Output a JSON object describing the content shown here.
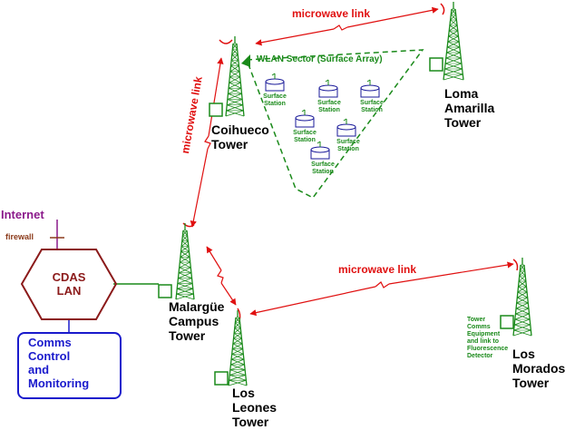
{
  "towers": {
    "coihueco": "Coihueco\nTower",
    "loma": "Loma\nAmarilla\nTower",
    "malargue": "Malargüe\nCampus\nTower",
    "leones": "Los\nLeones\nTower",
    "morados": "Los\nMorados\nTower"
  },
  "links": {
    "top": "microwave link",
    "left": "microwave link",
    "right": "microwave link"
  },
  "sector_label": "WLAN Sector (Surface Array)",
  "station_label": "Surface\nStation",
  "cdas_label": "CDAS\nLAN",
  "comms_label": "Comms\nControl\nand\nMonitoring",
  "internet_label": "Internet",
  "firewall_label": "firewall",
  "tower_note": "Tower\nComms\nEquipment\nand link to\nFluorescence\nDetector",
  "colors": {
    "tower": "#1a8a1a",
    "link": "#e01010",
    "cdas": "#8b1a1a",
    "comms": "#1a1acc",
    "internet": "#8b1a8b",
    "station": "#1a1a99"
  }
}
